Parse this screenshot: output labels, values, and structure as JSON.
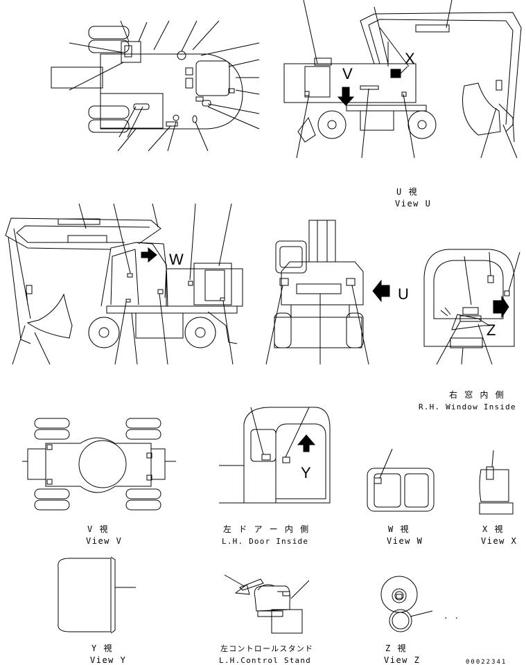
{
  "captions": {
    "view_u_jp": "U 視",
    "view_u_en": "View U",
    "rh_window_jp": "右 窓 内 側",
    "rh_window_en": "R.H. Window Inside",
    "view_v_jp": "V 視",
    "view_v_en": "View V",
    "lh_door_jp": "左 ド ア ー 内 側",
    "lh_door_en": "L.H. Door Inside",
    "view_w_jp": "W 視",
    "view_w_en": "View W",
    "view_x_jp": "X 視",
    "view_x_en": "View X",
    "view_y_jp": "Y 視",
    "view_y_en": "View Y",
    "lh_stand_jp": "左コントロールスタンド",
    "lh_stand_en": "L.H.Control Stand",
    "view_z_jp": "Z 視",
    "view_z_en": "View Z"
  },
  "view_letters": {
    "v": "V",
    "x": "X",
    "w": "W",
    "u": "U",
    "z": "Z",
    "y": "Y"
  },
  "part_number": "00022341",
  "ellipsis": ". ."
}
